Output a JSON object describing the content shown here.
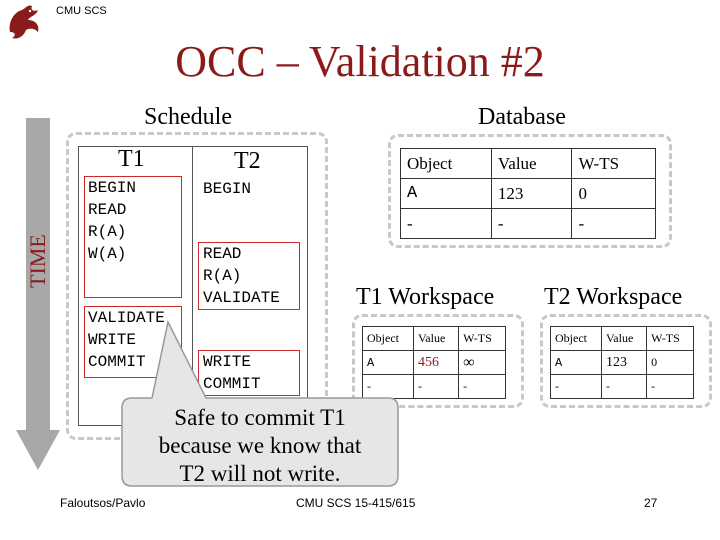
{
  "header": {
    "org": "CMU SCS"
  },
  "title": "OCC – Validation #2",
  "time_label": "TIME",
  "schedule": {
    "heading": "Schedule",
    "t1": {
      "name": "T1",
      "block1": [
        "BEGIN",
        "READ",
        "R(A)",
        "W(A)"
      ],
      "block2": [
        "VALIDATE",
        "WRITE",
        "COMMIT"
      ]
    },
    "t2": {
      "name": "T2",
      "begin": "BEGIN",
      "block1": [
        "READ",
        "R(A)",
        "VALIDATE"
      ],
      "block2": [
        "WRITE",
        "COMMIT"
      ]
    }
  },
  "database": {
    "heading": "Database",
    "columns": [
      "Object",
      "Value",
      "W-TS"
    ],
    "rows": [
      [
        "A",
        "123",
        "0"
      ],
      [
        "-",
        "-",
        "-"
      ]
    ]
  },
  "t1_workspace": {
    "heading": "T1 Workspace",
    "columns": [
      "Object",
      "Value",
      "W-TS"
    ],
    "rows": [
      [
        "A",
        "456",
        "∞"
      ],
      [
        "-",
        "-",
        "-"
      ]
    ]
  },
  "t2_workspace": {
    "heading": "T2 Workspace",
    "columns": [
      "Object",
      "Value",
      "W-TS"
    ],
    "rows": [
      [
        "A",
        "123",
        "0"
      ],
      [
        "-",
        "-",
        "-"
      ]
    ]
  },
  "callout": {
    "lines": [
      "Safe to commit T1",
      "because we know that",
      "T2 will not write."
    ]
  },
  "footer": {
    "left": "Faloutsos/Pavlo",
    "center": "CMU SCS 15-415/615",
    "page": "27"
  },
  "colors": {
    "title": "#8b1a1a",
    "highlight_box": "#cc2a2a",
    "t1_workspace_value": "#8b1a1a",
    "arrow": "#a8a8a8",
    "callout_fill": "#e6e6e6"
  }
}
